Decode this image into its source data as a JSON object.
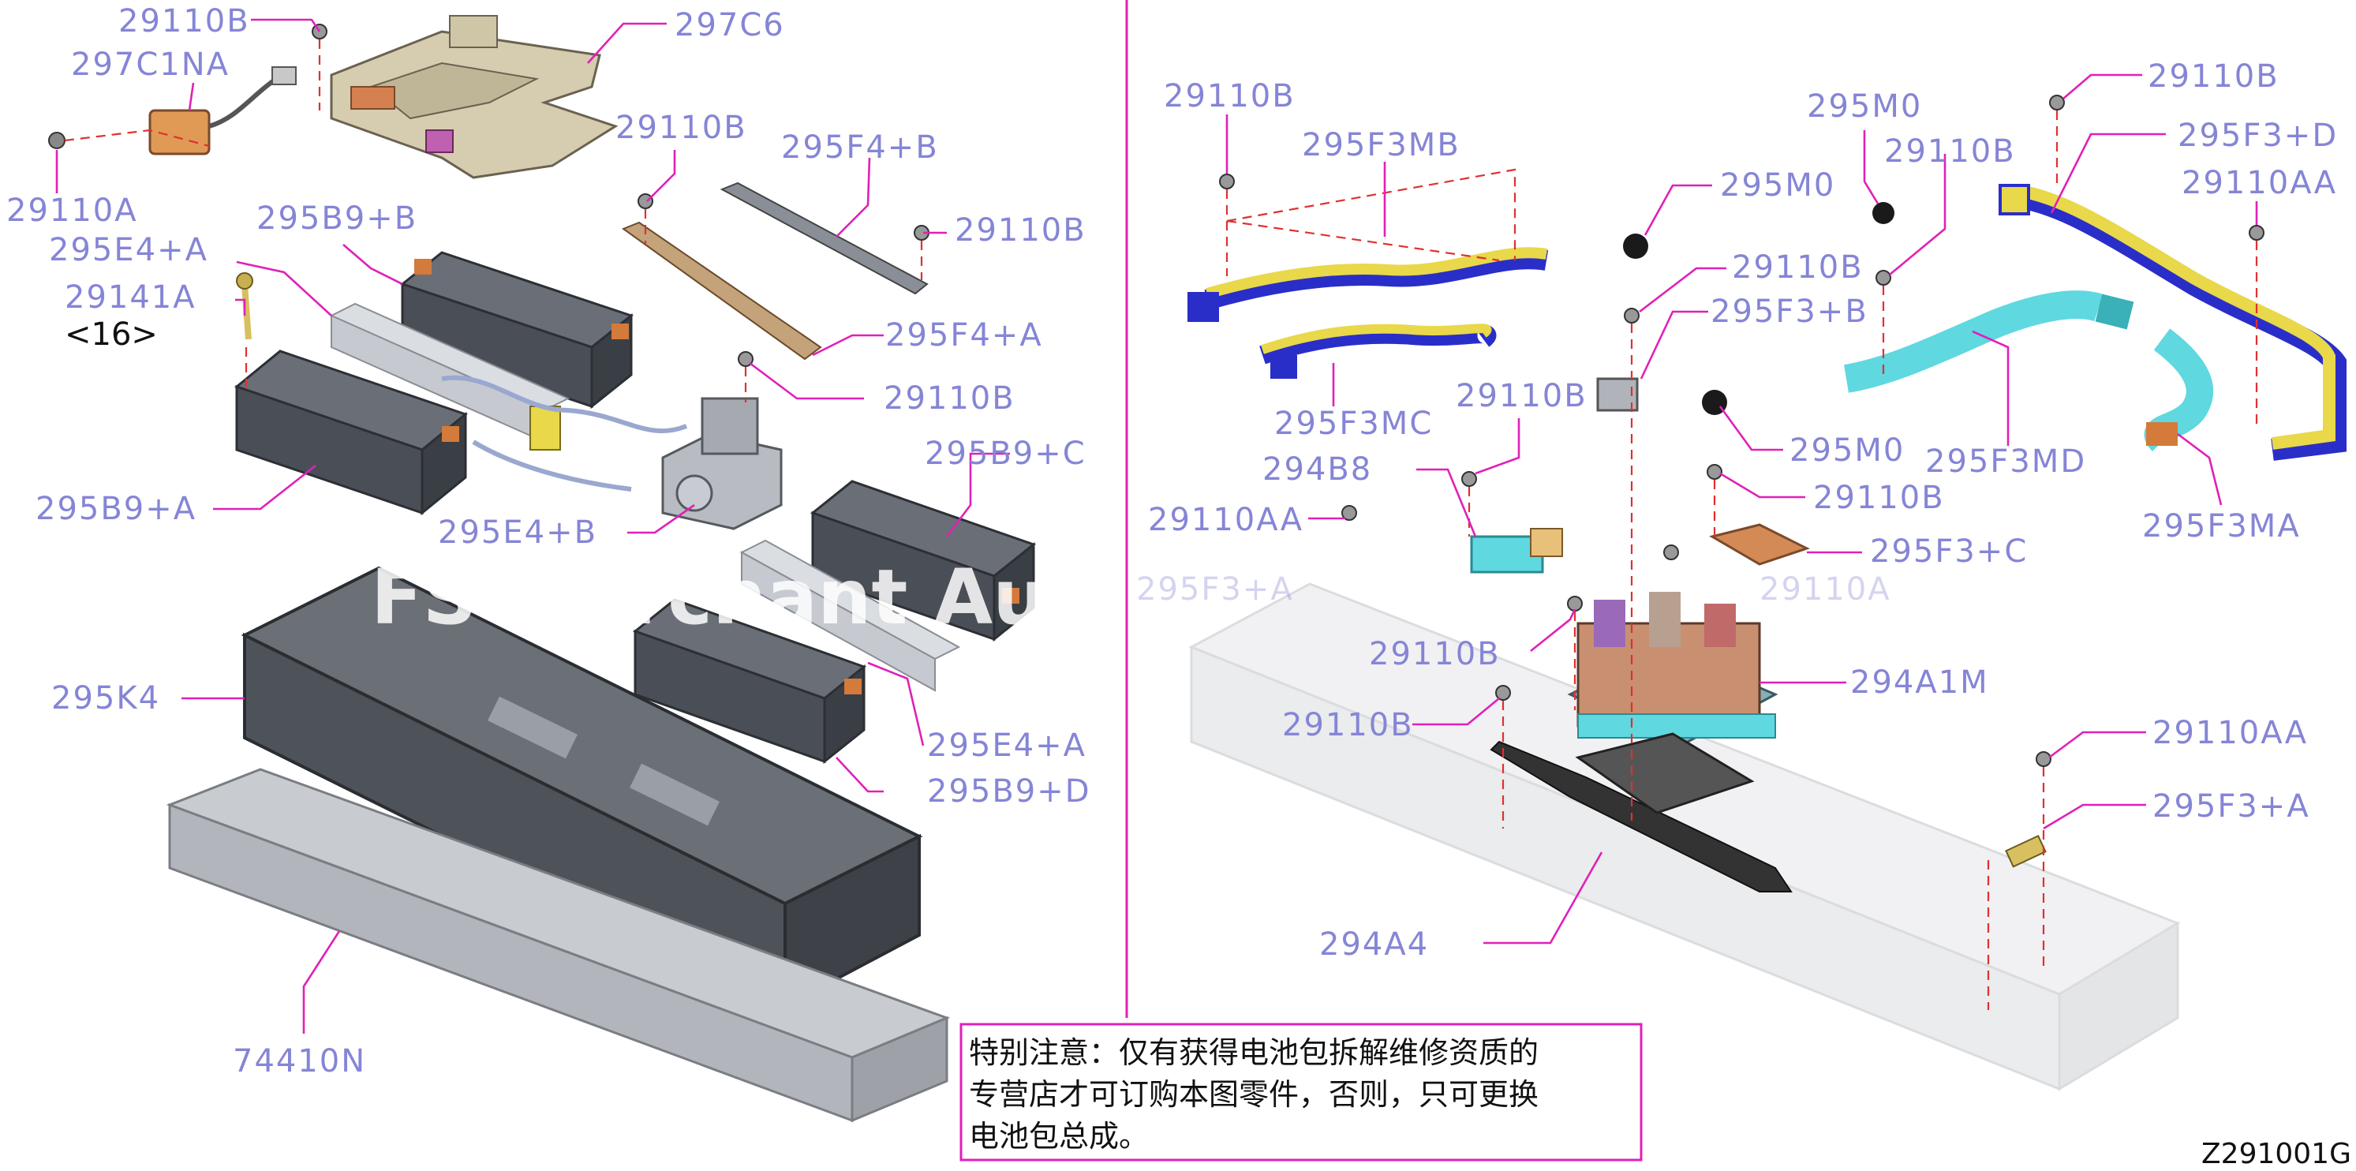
{
  "labels": {
    "l_29110B_a": "29110B",
    "l_297C6": "297C6",
    "l_297C1NA": "297C1NA",
    "l_29110A_a": "29110A",
    "l_29110B_b": "29110B",
    "l_295F4pB": "295F4+B",
    "l_295B9pB": "295B9+B",
    "l_295E4pA_a": "295E4+A",
    "l_29110B_c": "29110B",
    "l_29141A": "29141A",
    "l_295F4pA": "295F4+A",
    "l_29110B_d": "29110B",
    "l_295B9pC": "295B9+C",
    "l_295B9pA": "295B9+A",
    "l_295E4pB": "295E4+B",
    "l_295K4": "295K4",
    "l_295E4pA_b": "295E4+A",
    "l_295B9pD": "295B9+D",
    "l_74410N": "74410N",
    "r_29110B_a": "29110B",
    "r_295F3MB": "295F3MB",
    "r_295M0_a": "295M0",
    "r_295M0_b": "295M0",
    "r_29110B_b": "29110B",
    "r_29110B_c": "29110B",
    "r_295F3pD": "295F3+D",
    "r_29110AA_a": "29110AA",
    "r_29110B_d": "29110B",
    "r_295F3pB": "295F3+B",
    "r_295F3MC": "295F3MC",
    "r_29110B_e": "29110B",
    "r_295M0_c": "295M0",
    "r_295F3MD": "295F3MD",
    "r_294B8": "294B8",
    "r_29110B_f": "29110B",
    "r_29110AA_b": "29110AA",
    "r_295F3MA": "295F3MA",
    "r_295F3pC": "295F3+C",
    "r_295F3pA_partial": "295F3+A",
    "r_29110A_partial": "29110A",
    "r_29110B_g": "29110B",
    "r_294A1M": "294A1M",
    "r_29110B_h": "29110B",
    "r_29110AA_c": "29110AA",
    "r_295F3pA": "295F3+A",
    "r_294A4": "294A4"
  },
  "quantity_note": "<16>",
  "watermark": "FS Merchant Auto Parts Catalog",
  "notice": {
    "line1": "特别注意：仅有获得电池包拆解维修资质的",
    "line2": "专营店才可订购本图零件，否则，只可更换",
    "line3": "电池包总成。"
  },
  "diagram_id": "Z291001G",
  "colors": {
    "label": "#8585d6",
    "leader": "#e020b8",
    "dashed_guide": "#e03030",
    "battery_module": "#4a4f57",
    "tray": "#555960",
    "busbar_yellow": "#e8d84a",
    "busbar_blue": "#2a2ec8",
    "busbar_cyan": "#5fd8e0",
    "copper": "#d47a3a"
  }
}
